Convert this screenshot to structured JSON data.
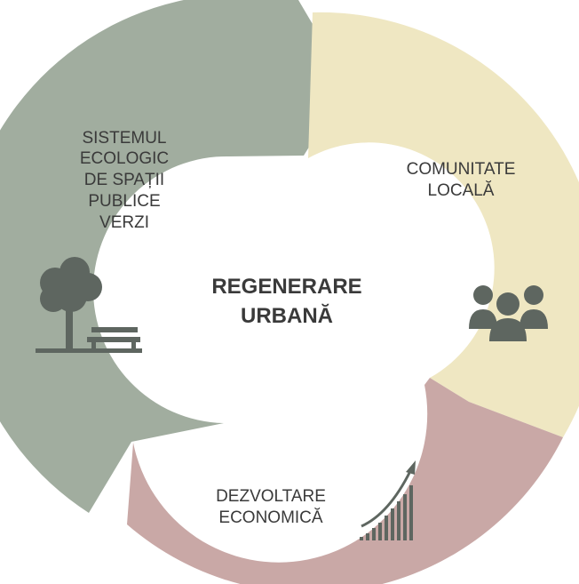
{
  "center": {
    "line1": "REGENERARE",
    "line2": "URBANĂ"
  },
  "segments": [
    {
      "id": "green",
      "color": "#a1ad9f",
      "label_lines": [
        "SISTEMUL",
        "ECOLOGIC",
        "DE SPAȚII",
        "PUBLICE",
        "VERZI"
      ],
      "icon": "tree-bench-icon"
    },
    {
      "id": "yellow",
      "color": "#efe7c2",
      "label_lines": [
        "COMUNITATE",
        "LOCALĂ"
      ],
      "icon": "people-group-icon"
    },
    {
      "id": "pink",
      "color": "#c9a8a6",
      "label_lines": [
        "DEZVOLTARE",
        "ECONOMICĂ"
      ],
      "icon": "growth-chart-icon"
    }
  ],
  "icon_color": "#5e6660"
}
